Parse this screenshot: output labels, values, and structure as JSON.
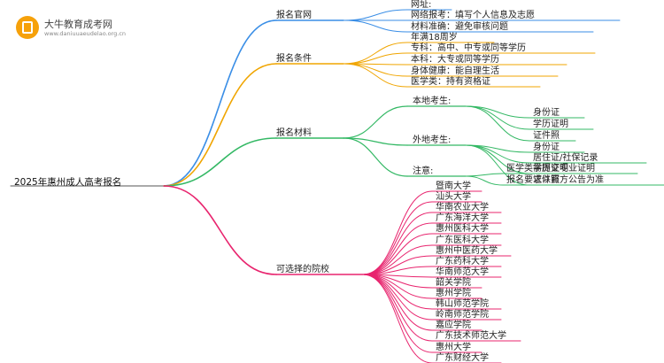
{
  "watermark": {
    "title": "大牛教育成考网",
    "url": "www.daniuuaeudelao.org.cn"
  },
  "mindmap": {
    "root": "2025年惠州成人高考报名",
    "colors": {
      "website": "#3a8ee6",
      "conditions": "#f0a500",
      "materials": "#33b864",
      "schools": "#e8246e"
    },
    "branches": [
      {
        "label": "报名官网",
        "items": [
          "网址:",
          "网络报考：填写个人信息及志愿",
          "材料准确：避免审核问题"
        ]
      },
      {
        "label": "报名条件",
        "items": [
          "年满18周岁",
          "专科：高中、中专或同等学历",
          "本科：大专或同等学历",
          "身体健康：能自理生活",
          "医学类：持有资格证"
        ]
      },
      {
        "label": "报名材料",
        "groups": [
          {
            "label": "本地考生:",
            "items": [
              "身份证",
              "学历证明",
              "证件照"
            ]
          },
          {
            "label": "外地考生:",
            "items": [
              "身份证",
              "居住证/社保记录",
              "学历证明",
              "证件照"
            ]
          },
          {
            "label": "注意:",
            "items": [
              "医学类需提交专业证明",
              "报名要求以官方公告为准"
            ]
          }
        ]
      },
      {
        "label": "可选择的院校",
        "items": [
          "暨南大学",
          "汕头大学",
          "华南农业大学",
          "广东海洋大学",
          "惠州医科大学",
          "广东医科大学",
          "惠州中医药大学",
          "广东药科大学",
          "华南师范大学",
          "韶关学院",
          "惠州学院",
          "韩山师范学院",
          "岭南师范学院",
          "嘉应学院",
          "广东技术师范大学",
          "惠州大学",
          "广东财经大学"
        ]
      }
    ]
  }
}
